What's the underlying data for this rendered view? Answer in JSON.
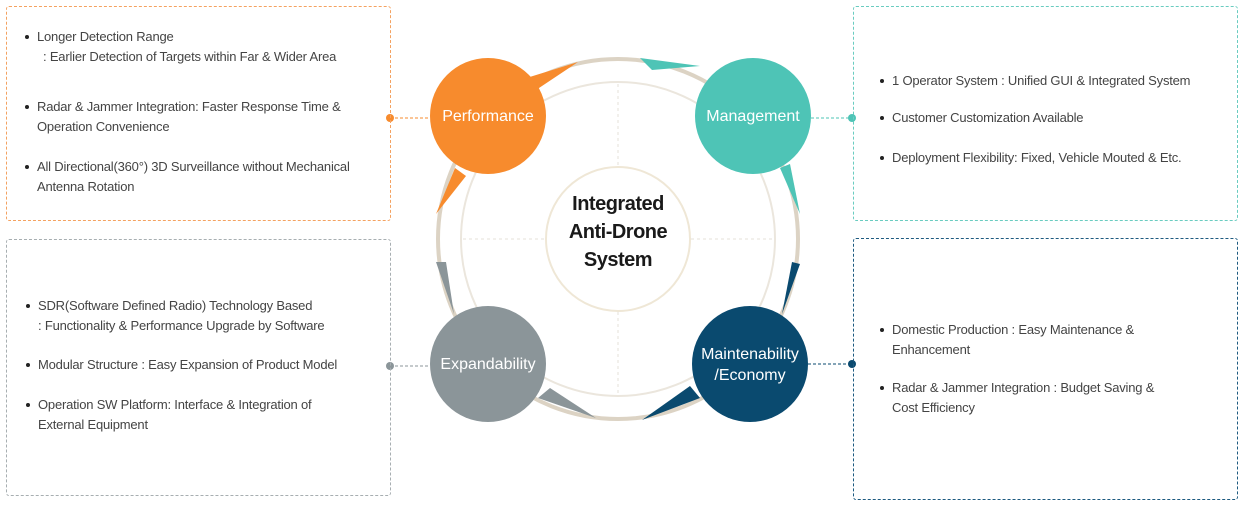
{
  "center": {
    "line1": "Integrated",
    "line2": "Anti-Drone",
    "line3": "System"
  },
  "colors": {
    "performance": "#f78b2d",
    "management": "#4ec4b6",
    "expandability": "#8b9599",
    "maintenance": "#0a4a6f",
    "ring": "#d9d1c3"
  },
  "nodes": {
    "performance": {
      "label": "Performance"
    },
    "management": {
      "label": "Management"
    },
    "expandability": {
      "label": "Expandability"
    },
    "maintenance": {
      "line1": "Maintenability",
      "line2": "/Economy"
    }
  },
  "performance_box": {
    "items": [
      {
        "line1": "Longer Detection Range",
        "line2": ": Earlier Detection of Targets within Far & Wider Area"
      },
      {
        "line1": "Radar & Jammer Integration: Faster Response Time &",
        "line2": "Operation Convenience"
      },
      {
        "line1": "All Directional(360°) 3D Surveillance without Mechanical",
        "line2": "Antenna Rotation"
      }
    ]
  },
  "management_box": {
    "items": [
      {
        "line1": "1 Operator System : Unified GUI & Integrated System"
      },
      {
        "line1": "Customer Customization Available"
      },
      {
        "line1": "Deployment Flexibility: Fixed, Vehicle Mouted & Etc."
      }
    ]
  },
  "expandability_box": {
    "items": [
      {
        "line1": "SDR(Software Defined Radio) Technology Based",
        "line2": ": Functionality & Performance Upgrade by Software"
      },
      {
        "line1": "Modular Structure : Easy Expansion of Product Model"
      },
      {
        "line1": "Operation SW Platform: Interface & Integration of",
        "line2": "External Equipment"
      }
    ]
  },
  "maintenance_box": {
    "items": [
      {
        "line1": "Domestic Production : Easy Maintenance &",
        "line2": "Enhancement"
      },
      {
        "line1": "Radar & Jammer Integration : Budget Saving &",
        "line2": "Cost Efficiency"
      }
    ]
  }
}
